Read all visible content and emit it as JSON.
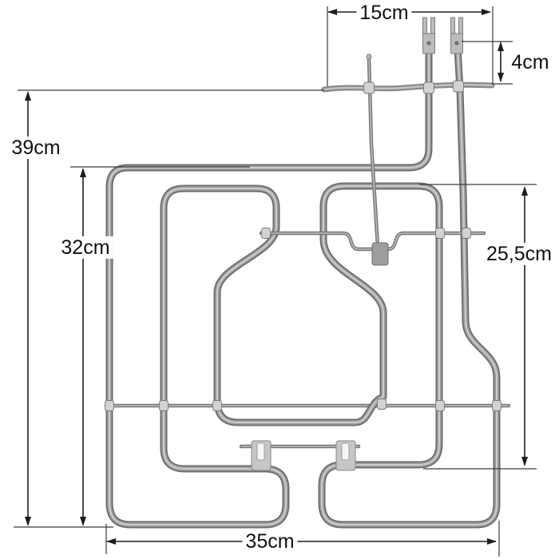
{
  "diagram": {
    "subject": "oven grill heating element with dimension callouts",
    "dimensions": {
      "top_width": "15cm",
      "terminal_height": "4cm",
      "overall_height": "39cm",
      "inner_height": "32cm",
      "right_height": "25,5cm",
      "bottom_width": "35cm"
    },
    "colors": {
      "background": "#ffffff",
      "tube_metal": "#9e9e9e",
      "dimension_lines": "#1e1e1e",
      "label_text": "#111111"
    }
  }
}
